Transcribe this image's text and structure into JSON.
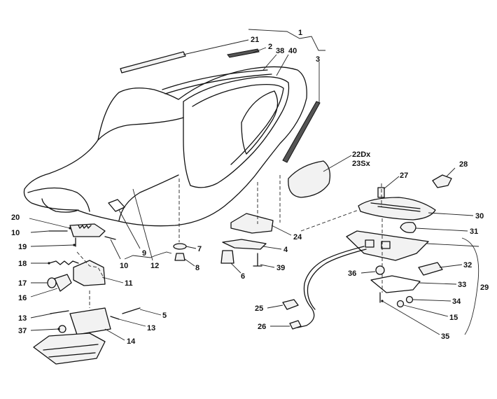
{
  "callouts": [
    {
      "id": "c1",
      "text": "1"
    },
    {
      "id": "c2",
      "text": "2"
    },
    {
      "id": "c3",
      "text": "3"
    },
    {
      "id": "c4",
      "text": "4"
    },
    {
      "id": "c5",
      "text": "5"
    },
    {
      "id": "c6",
      "text": "6"
    },
    {
      "id": "c7",
      "text": "7"
    },
    {
      "id": "c8",
      "text": "8"
    },
    {
      "id": "c9",
      "text": "9"
    },
    {
      "id": "c10a",
      "text": "10"
    },
    {
      "id": "c10b",
      "text": "10"
    },
    {
      "id": "c11",
      "text": "11"
    },
    {
      "id": "c12",
      "text": "12"
    },
    {
      "id": "c13a",
      "text": "13"
    },
    {
      "id": "c13b",
      "text": "13"
    },
    {
      "id": "c14",
      "text": "14"
    },
    {
      "id": "c15",
      "text": "15"
    },
    {
      "id": "c16",
      "text": "16"
    },
    {
      "id": "c17",
      "text": "17"
    },
    {
      "id": "c18",
      "text": "18"
    },
    {
      "id": "c19",
      "text": "19"
    },
    {
      "id": "c20",
      "text": "20"
    },
    {
      "id": "c21",
      "text": "21"
    },
    {
      "id": "c22",
      "text": "22Dx"
    },
    {
      "id": "c23",
      "text": "23Sx"
    },
    {
      "id": "c24",
      "text": "24"
    },
    {
      "id": "c25",
      "text": "25"
    },
    {
      "id": "c26",
      "text": "26"
    },
    {
      "id": "c27",
      "text": "27"
    },
    {
      "id": "c28",
      "text": "28"
    },
    {
      "id": "c29",
      "text": "29"
    },
    {
      "id": "c30",
      "text": "30"
    },
    {
      "id": "c31",
      "text": "31"
    },
    {
      "id": "c32",
      "text": "32"
    },
    {
      "id": "c33",
      "text": "33"
    },
    {
      "id": "c34",
      "text": "34"
    },
    {
      "id": "c35",
      "text": "35"
    },
    {
      "id": "c36",
      "text": "36"
    },
    {
      "id": "c37",
      "text": "37"
    },
    {
      "id": "c38",
      "text": "38"
    },
    {
      "id": "c39",
      "text": "39"
    },
    {
      "id": "c40",
      "text": "40"
    }
  ]
}
